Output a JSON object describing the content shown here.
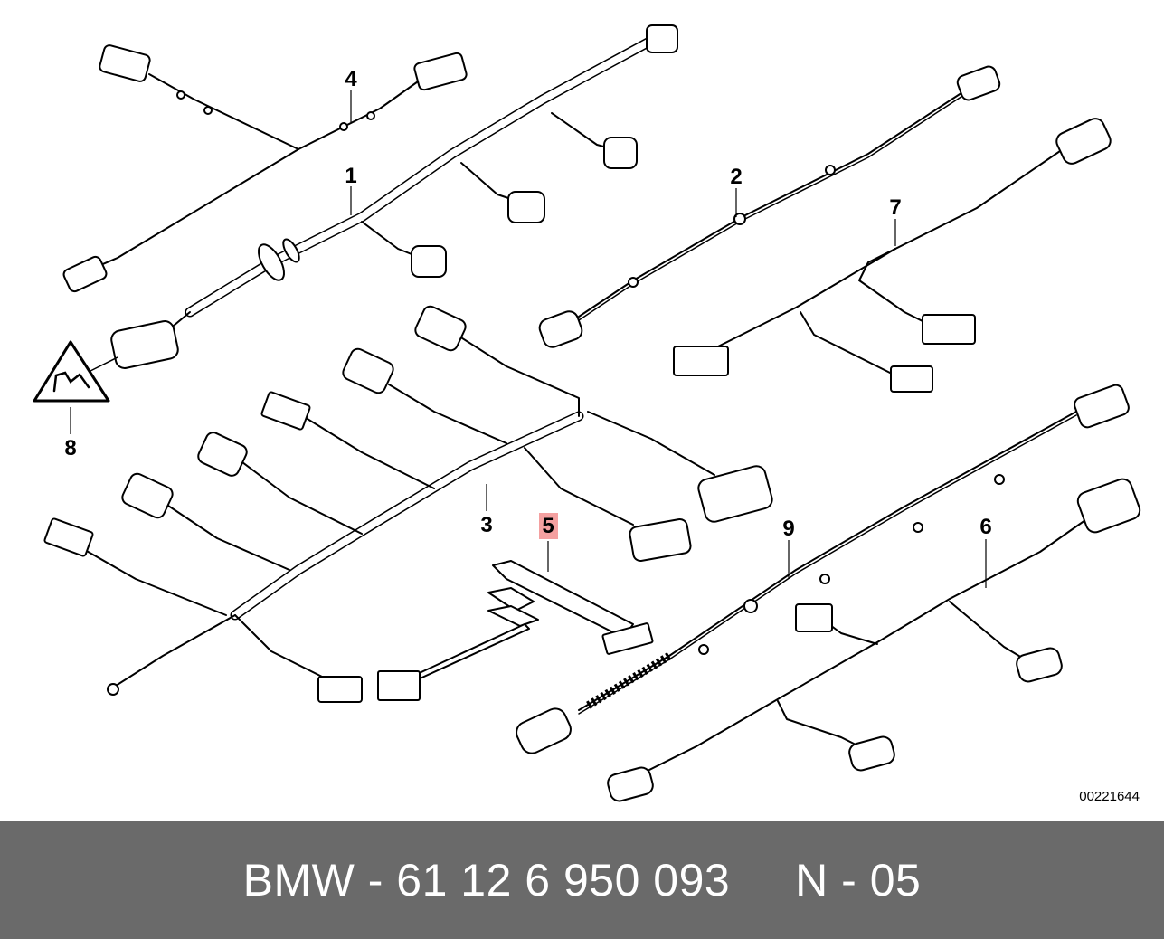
{
  "diagram": {
    "callouts": {
      "c1": "1",
      "c2": "2",
      "c3": "3",
      "c4": "4",
      "c5": "5",
      "c6": "6",
      "c7": "7",
      "c8": "8",
      "c9": "9"
    },
    "highlighted_callout": "5",
    "highlight_color": "#f4a0a0",
    "reference_number": "00221644",
    "warning_symbol": "electrical-hazard-triangle-icon"
  },
  "footer": {
    "text": "BMW - 61 12 6 950 093     N - 05",
    "background_color": "#6a6a6a",
    "text_color": "#ffffff"
  }
}
